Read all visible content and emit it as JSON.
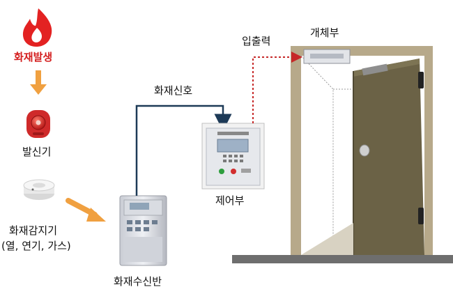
{
  "labels": {
    "fire_occurrence": "화재발생",
    "transmitter": "발신기",
    "detector_line1": "화재감지기",
    "detector_line2": "(열, 연기, 가스)",
    "fire_receiver": "화재수신반",
    "fire_signal": "화재신호",
    "controller": "제어부",
    "io": "입출력",
    "lock_body": "개체부"
  },
  "colors": {
    "fire_red": "#d42020",
    "orange_arrow": "#f0a040",
    "signal_line": "#1d3a57",
    "io_line": "#c62828",
    "door_frame": "#b7a98a",
    "door_leaf": "#6b6246",
    "floor": "#6e6e6e"
  }
}
